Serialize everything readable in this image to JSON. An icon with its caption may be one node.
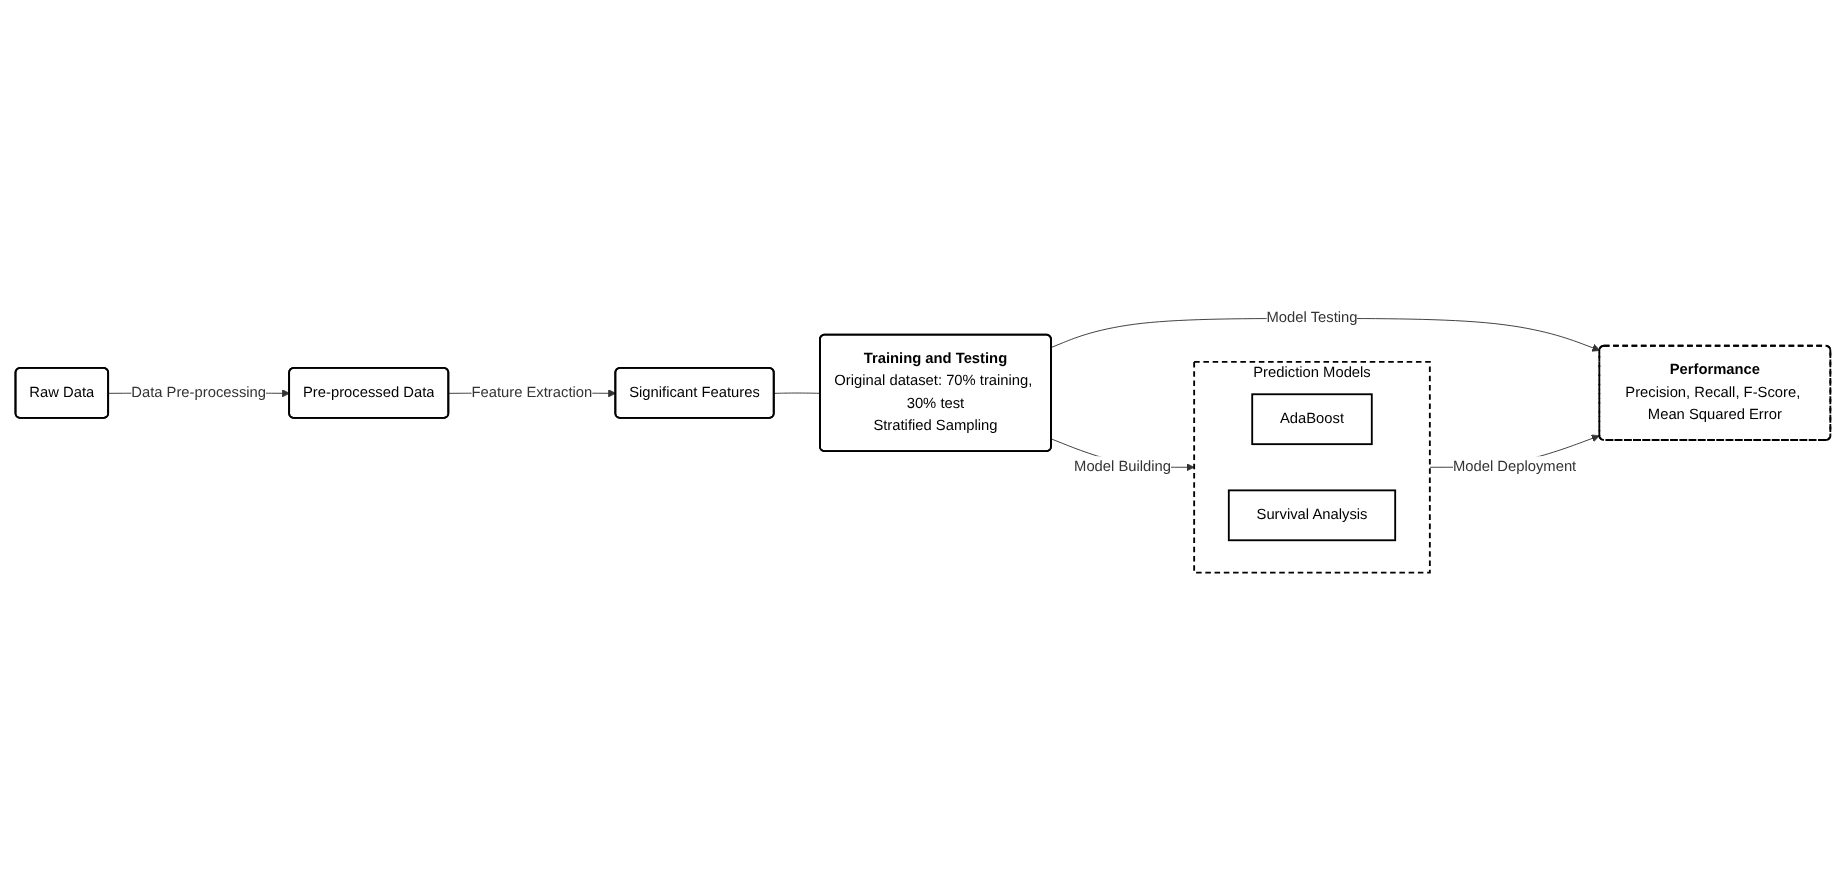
{
  "diagram": {
    "nodes": [
      {
        "text": [
          "Raw Data"
        ]
      },
      {
        "text": [
          "Pre-processed Data"
        ]
      },
      {
        "text": [
          "Significant Features"
        ]
      },
      {
        "text": [
          "Training and Testing",
          "Original dataset: 70% training, 30% test",
          "Stratified Sampling"
        ]
      },
      {
        "text": [
          "Prediction Models"
        ]
      },
      {
        "text": [
          "AdaBoost"
        ],
        "in": 4
      },
      {
        "text": [
          "Survival Analysis"
        ],
        "in": 4
      },
      {
        "text": [
          "Performance",
          "Precision, Recall, F-Score, Mean Squared Error"
        ]
      }
    ],
    "edges": [
      {
        "from": 0,
        "to": 1,
        "arrow": "to",
        "label": "Data Pre-processing"
      },
      {
        "from": 1,
        "to": 2,
        "arrow": "to",
        "label": "Feature Extraction"
      },
      {
        "from": 2,
        "to": 3,
        "arrow": "none"
      },
      {
        "from": 3,
        "to": 4,
        "arrow": "to",
        "label": "Model Building"
      },
      {
        "from": 3,
        "to": 7,
        "arrow": "to",
        "label": "Model Testing"
      },
      {
        "from": 4,
        "to": 7,
        "arrow": "to",
        "label": "Model Deployment"
      }
    ]
  }
}
